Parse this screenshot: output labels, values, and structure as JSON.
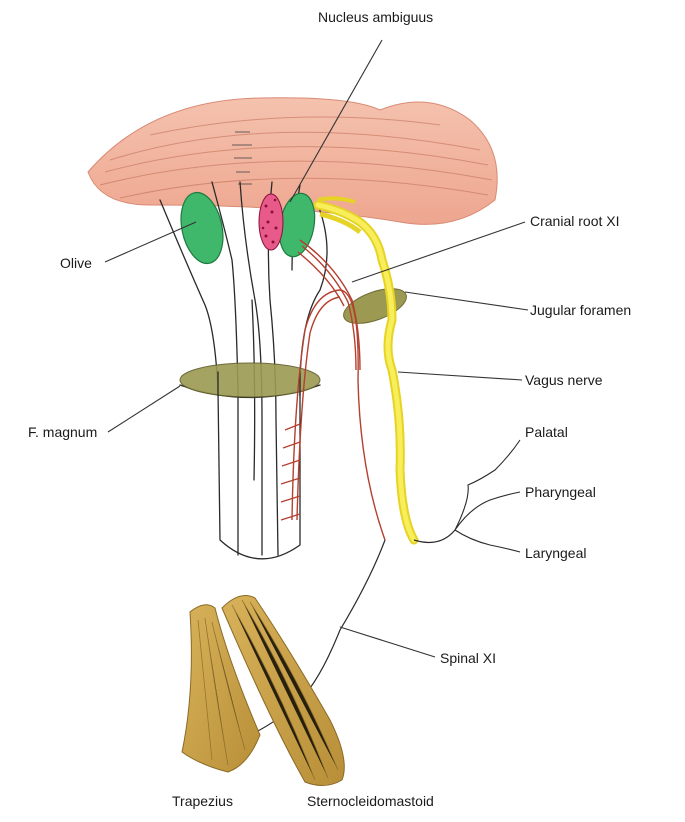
{
  "diagram": {
    "labels": {
      "nucleus_ambiguus": "Nucleus ambiguus",
      "cranial_root": "Cranial root XI",
      "olive": "Olive",
      "jugular_foramen": "Jugular foramen",
      "vagus_nerve": "Vagus nerve",
      "f_magnum": "F. magnum",
      "palatal": "Palatal",
      "pharyngeal": "Pharyngeal",
      "laryngeal": "Laryngeal",
      "spinal_xi": "Spinal XI",
      "trapezius": "Trapezius",
      "sternocleidomastoid": "Sternocleidomastoid"
    },
    "colors": {
      "pons": "#f2b7a3",
      "olive": "#3fb86b",
      "nucleus": "#c2185b",
      "vagus": "#f0e23c",
      "foramen": "#9c9a52",
      "nerve_root": "#b5402f",
      "muscle": "#c9a04a"
    }
  }
}
